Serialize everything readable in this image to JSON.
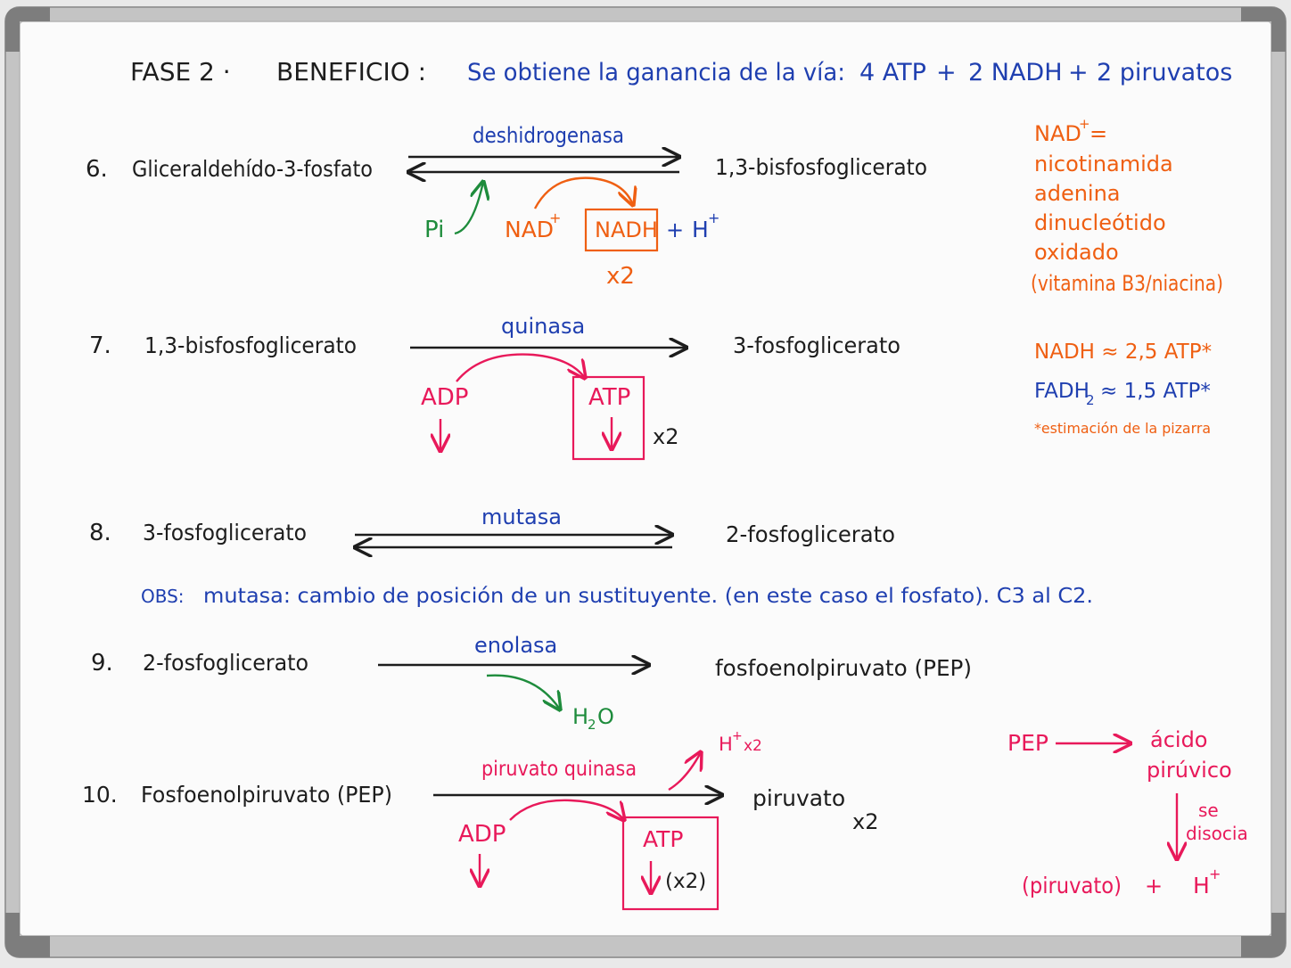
{
  "colors": {
    "black": "#1d1d1d",
    "blue": "#1f3fb0",
    "orange": "#ef5f12",
    "green": "#1e8c3c",
    "pink": "#e8195a",
    "board": "#fbfbfb"
  },
  "header": {
    "phase": "FASE 2 ·",
    "name": "BENEFICIO :",
    "gain": "Se obtiene la ganancia de la vía:",
    "atp": "4 ATP",
    "plus1": "+",
    "nadh": "2 NADH",
    "plus2": "+",
    "pyruvates": "2 piruvatos"
  },
  "steps": {
    "s6": {
      "num": "6.",
      "substrate": "Gliceraldehído-3-fosfato",
      "enzyme": "deshidrogenasa",
      "product": "1,3-bisfosfoglicerato",
      "pi": "Pi",
      "nad": "NAD",
      "nad_sup": "+",
      "nadh": "NADH",
      "plus": "+",
      "h": "H",
      "h_sup": "+",
      "mult": "x2"
    },
    "s7": {
      "num": "7.",
      "substrate": "1,3-bisfosfoglicerato",
      "enzyme": "quinasa",
      "product": "3-fosfoglicerato",
      "adp": "ADP",
      "atp": "ATP",
      "mult": "x2"
    },
    "s8": {
      "num": "8.",
      "substrate": "3-fosfoglicerato",
      "enzyme": "mutasa",
      "product": "2-fosfoglicerato"
    },
    "s9": {
      "num": "9.",
      "substrate": "2-fosfoglicerato",
      "enzyme": "enolasa",
      "product": "fosfoenolpiruvato (PEP)",
      "water": "H",
      "water_sub": "2",
      "water_end": "O"
    },
    "s10": {
      "num": "10.",
      "substrate": "Fosfoenolpiruvato (PEP)",
      "enzyme": "piruvato quinasa",
      "product": "piruvato",
      "product_mult": "x2",
      "adp": "ADP",
      "atp": "ATP",
      "atp_mult": "(x2)",
      "h": "H",
      "h_sup": "+",
      "h_mult": "x2"
    }
  },
  "obs": {
    "label": "OBS:",
    "text": "mutasa: cambio de posición de un sustituyente. (en este caso el fosfato). C3 al C2."
  },
  "side": {
    "nad_note": {
      "l1": "NAD",
      "l1_sup": "+",
      "l1_eq": "=",
      "l2": "nicotinamida",
      "l3": "adenina",
      "l4": "dinucleótido",
      "l5": "oxidado",
      "l6": "(vitamina B3/niacina)"
    },
    "equiv": {
      "nadh": "NADH ≈ 2,5 ATP*",
      "fadh": "FADH",
      "fadh_sub": "2",
      "fadh_rest": "≈ 1,5 ATP*",
      "note": "*estimación de la pizarra"
    },
    "pep_note": {
      "pep": "PEP",
      "acid1": "ácido",
      "acid2": "pirúvico",
      "dis1": "se",
      "dis2": "disocia",
      "piruvato": "(piruvato)",
      "plus": "+",
      "h": "H",
      "h_sup": "+"
    }
  }
}
